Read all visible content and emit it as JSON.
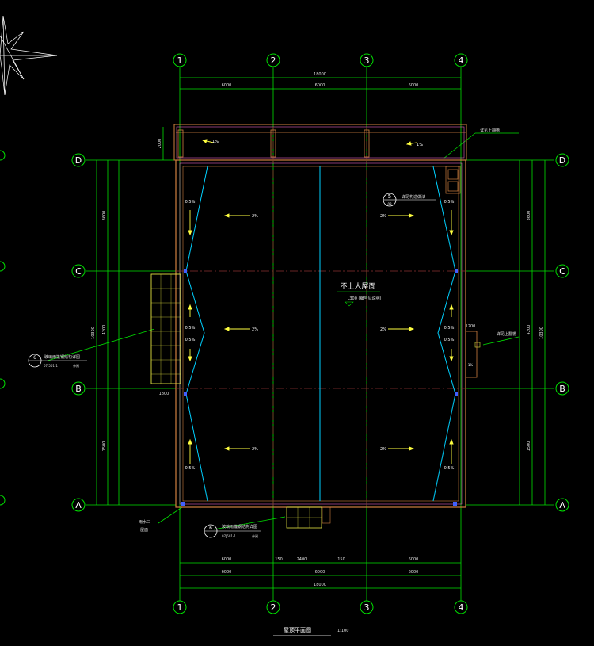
{
  "colors": {
    "background": "#000000",
    "axis_line": "#8a3030",
    "grid_green": "#00e000",
    "wall_orange": "#d08040",
    "wall_magenta": "#e060c0",
    "ridge_cyan": "#00d0ff",
    "label_white": "#ffffff",
    "dim_text": "#e0e0e0",
    "arrow_yellow": "#ffff40",
    "glass_yellow": "#e0e040"
  },
  "axes": {
    "columns": [
      "1",
      "2",
      "3",
      "4"
    ],
    "rows": [
      "D",
      "C",
      "B",
      "A"
    ]
  },
  "dimensions": {
    "top_total": "18000",
    "top_segments": [
      "6000",
      "6000",
      "6000"
    ],
    "bottom_row1": [
      "6000",
      "150",
      "2400",
      "150",
      "6000"
    ],
    "bottom_row2": [
      "6000",
      "6000",
      "6000"
    ],
    "bottom_total": "18000",
    "overhang_depth": "2000",
    "right_column_segments": [
      "3600",
      "4200",
      "1500"
    ],
    "right_total": "10300",
    "left_column_segments": [
      "3600",
      "4200",
      "1500"
    ],
    "left_total": "10300",
    "canopy_width": "1800",
    "canopy_depth": "1200"
  },
  "annotations": {
    "roof_type": "不上人屋面",
    "roof_spec": "L300 (编号见说明)",
    "slope_2pct": "2%",
    "slope_1pct": "1%",
    "slope_half_pct": "0.5%",
    "canopy_note_right": "详见上翻檐",
    "canopy_note_left": "玻璃雨篷钢结构详图",
    "detail_ref_top": "详见构造做法",
    "detail_ref_bottom": "玻璃雨篷钢结构详图",
    "detail_num_5": "5",
    "detail_num_6": "6",
    "detail_sheet": "08",
    "detail_sheet_b": "07J501-1",
    "refer": "参阅",
    "drain_note": "雨水口",
    "drain_sub": "屋面"
  },
  "title": {
    "main": "屋顶平面图",
    "scale": "1:100"
  }
}
